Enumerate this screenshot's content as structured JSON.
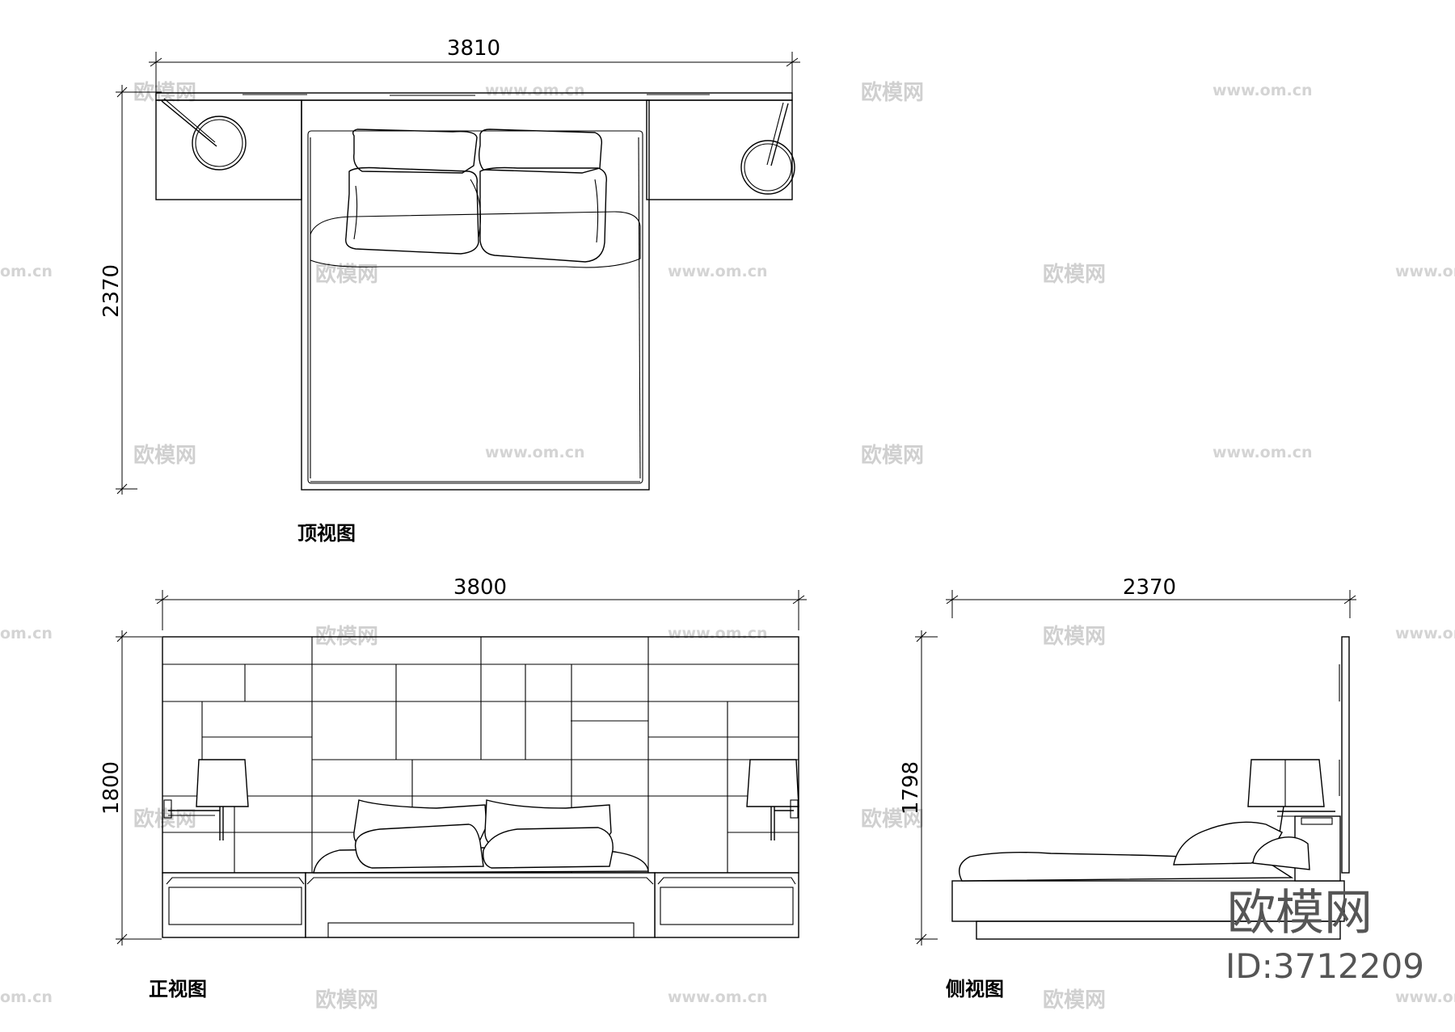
{
  "views": {
    "top": {
      "caption": "顶视图",
      "width_dim": "3810",
      "depth_dim": "2370"
    },
    "front": {
      "caption": "正视图",
      "width_dim": "3800",
      "height_dim": "1800"
    },
    "side": {
      "caption": "侧视图",
      "depth_dim": "2370",
      "height_dim": "1798"
    }
  },
  "watermark": {
    "logo_text": "欧模网",
    "site_text": "www.om.cn",
    "edge_text": "om.cn",
    "model_id": "ID:3712209"
  }
}
